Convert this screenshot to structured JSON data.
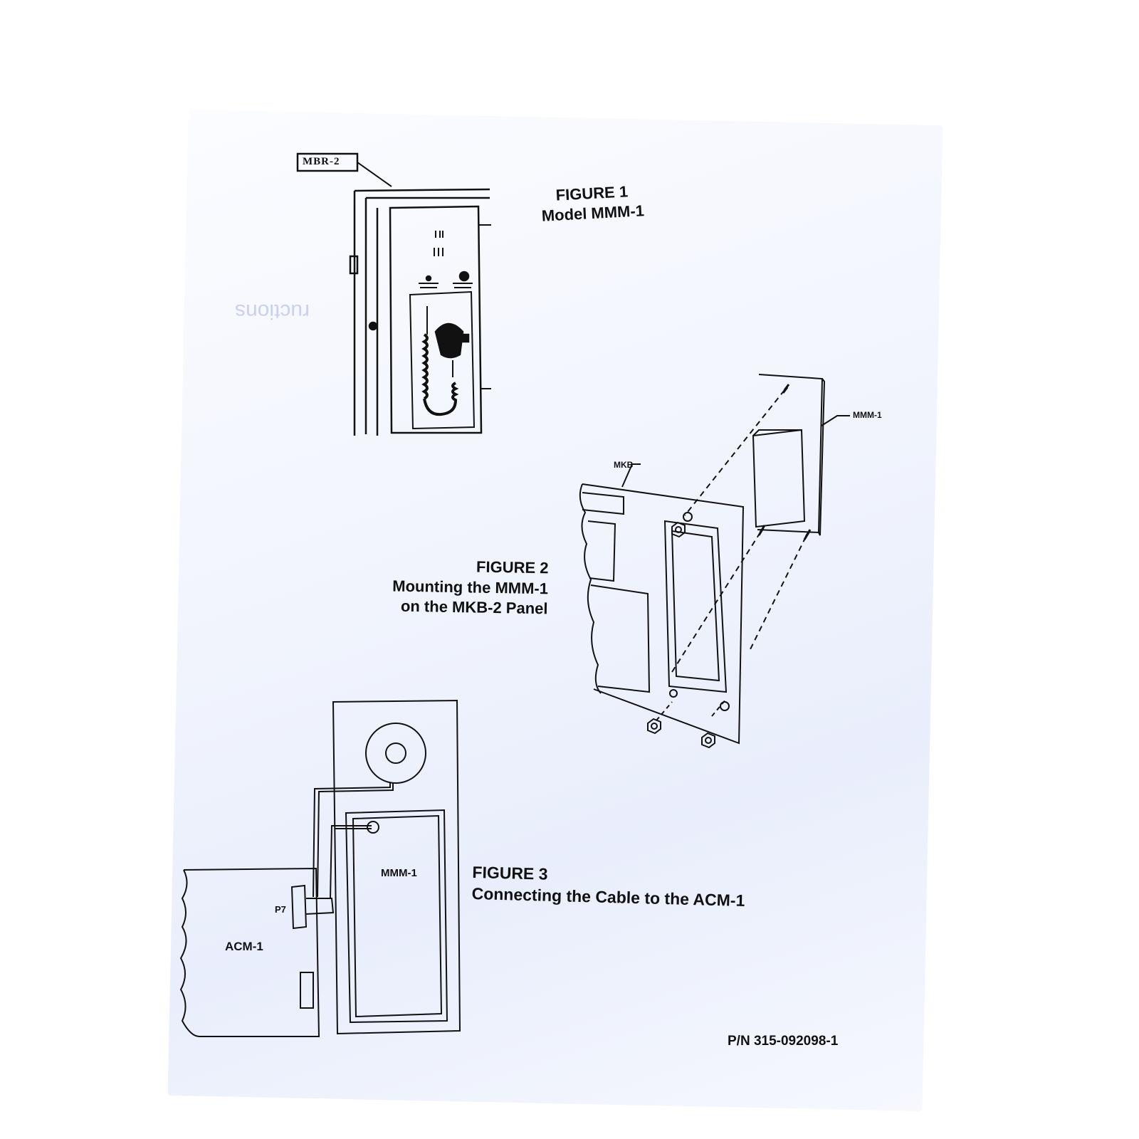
{
  "figure1": {
    "title": "FIGURE 1",
    "subtitle": "Model MMM-1",
    "callout": "MBR-2"
  },
  "figure2": {
    "title": "FIGURE 2",
    "line1": "Mounting the MMM-1",
    "line2": "on the MKB-2 Panel",
    "label_mkb": "MKB",
    "label_mmm": "MMM-1"
  },
  "figure3": {
    "title": "FIGURE 3",
    "subtitle": "Connecting the Cable to the ACM-1",
    "label_mmm": "MMM-1",
    "label_p7": "P7",
    "label_acm": "ACM-1"
  },
  "footer": {
    "part_number": "P/N 315-092098-1"
  },
  "colors": {
    "ink": "#111111",
    "paper_tint": "#eef2fd"
  }
}
